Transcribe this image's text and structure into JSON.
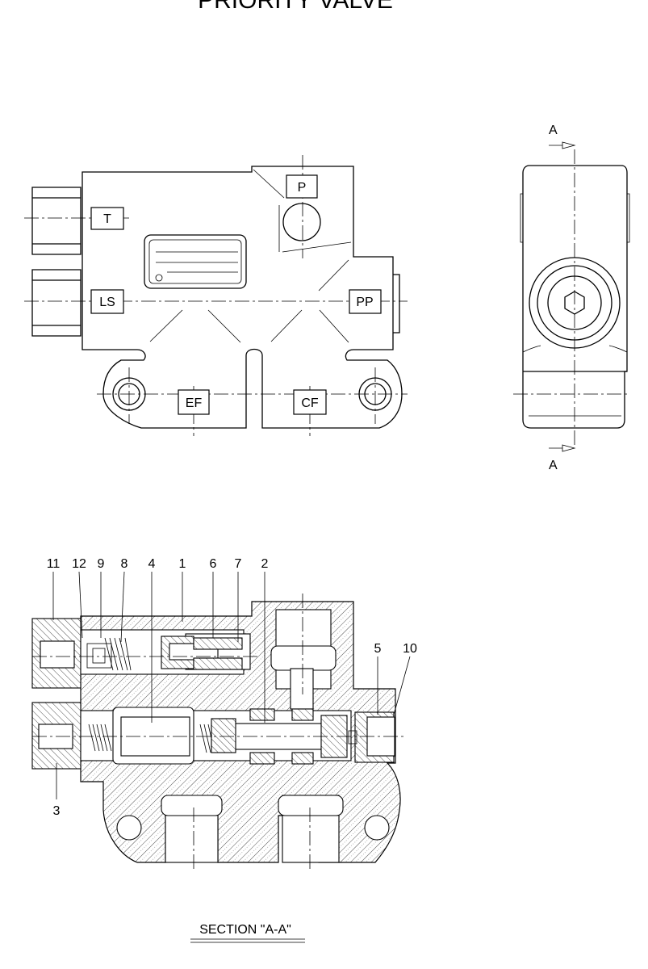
{
  "title": "PRIORITY VALVE",
  "front_view": {
    "ports": [
      {
        "key": "p",
        "label": "P"
      },
      {
        "key": "t",
        "label": "T"
      },
      {
        "key": "ls",
        "label": "LS"
      },
      {
        "key": "pp",
        "label": "PP"
      },
      {
        "key": "ef",
        "label": "EF"
      },
      {
        "key": "cf",
        "label": "CF"
      }
    ]
  },
  "side_view": {
    "section_mark_top": "A",
    "section_mark_bottom": "A"
  },
  "section": {
    "callouts_top": [
      "11",
      "12",
      "9",
      "8",
      "4",
      "1",
      "6",
      "7",
      "2"
    ],
    "callouts_right": [
      "5",
      "10"
    ],
    "callout_bottom": "3",
    "caption": "SECTION \"A-A\""
  }
}
